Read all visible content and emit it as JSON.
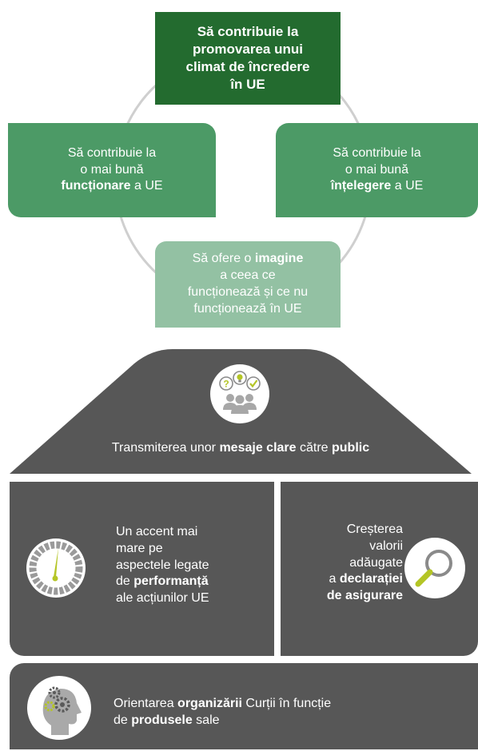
{
  "goals": {
    "top": [
      "Să contribuie la",
      "promovarea unui",
      "climat de încredere",
      "în UE"
    ],
    "left": {
      "pre1": "Să contribuie la",
      "pre2": "o mai bună",
      "bold": "funcționare",
      "post": " a UE"
    },
    "right": {
      "pre1": "Să contribuie la",
      "pre2": "o mai bună",
      "bold": "înțelegere",
      "post": " a UE"
    },
    "bottom": {
      "pre": "Să ofere o ",
      "bold": "imagine",
      "line2": "a ceea ce",
      "line3": "funcționează și ce nu",
      "line4": "funcționează în UE"
    }
  },
  "public_message": {
    "pre": "Transmiterea unor ",
    "bold1": "mesaje clare",
    "mid": " către ",
    "bold2": "public"
  },
  "performance": {
    "line1": "Un accent mai",
    "line2": "mare pe",
    "line3": "aspectele legate",
    "line4_pre": "de ",
    "line4_bold": "performanță",
    "line5": "ale acțiunilor UE"
  },
  "assurance": {
    "line1": "Creșterea",
    "line2": "valorii",
    "line3": "adăugate",
    "line4_pre": "a ",
    "line4_bold": "declarației",
    "line5_bold": "de asigurare"
  },
  "organization": {
    "pre": "Orientarea ",
    "bold1": "organizării",
    "mid": " Curții în funcție",
    "line2_pre": "de ",
    "line2_bold": "produsele",
    "line2_post": " sale"
  },
  "colors": {
    "dark_green": "#236b2f",
    "mid_green": "#4c9a66",
    "light_green": "#93c1a3",
    "panel_gray": "#575757",
    "accent": "#b4c526"
  },
  "icons": [
    "speech-people-icon",
    "gauge-icon",
    "magnifier-icon",
    "head-gears-icon"
  ]
}
